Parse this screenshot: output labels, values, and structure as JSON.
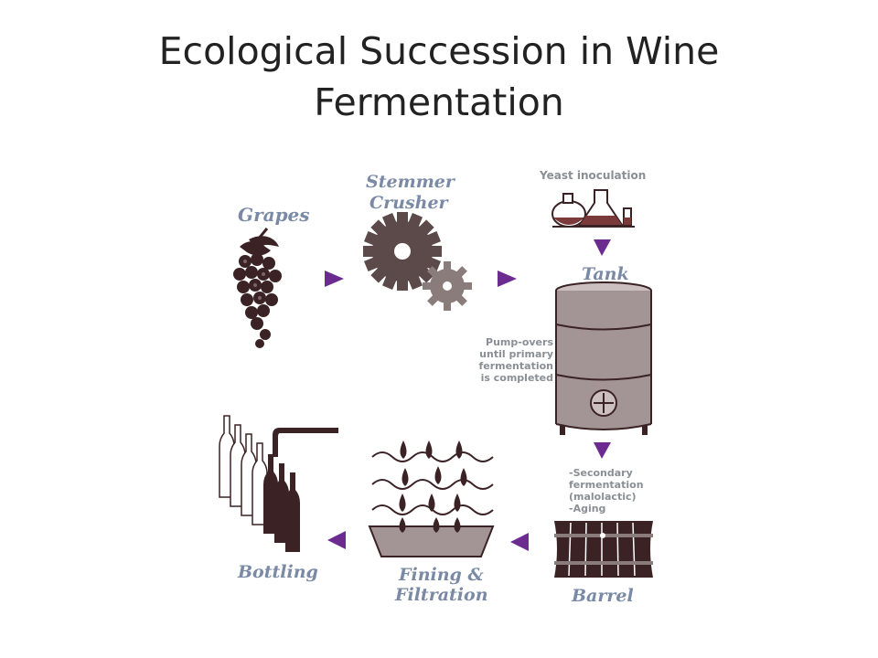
{
  "title": {
    "line1": "Ecological Succession in Wine",
    "line2": "Fermentation"
  },
  "stages": {
    "grapes": "Grapes",
    "crusher_line1": "Stemmer",
    "crusher_line2": "Crusher",
    "yeast": "Yeast inoculation",
    "tank": "Tank",
    "barrel": "Barrel",
    "fining_line1": "Fining &",
    "fining_line2": "Filtration",
    "bottling": "Bottling"
  },
  "notes": {
    "pumpovers": [
      "Pump-overs",
      "until primary",
      "fermentation",
      "is completed"
    ],
    "secondary": [
      "-Secondary",
      "fermentation",
      "(malolactic)",
      "-Aging"
    ]
  },
  "colors": {
    "arrow": "#6b2b8f",
    "label": "#7a8aa5",
    "dark_fill": "#3b2325",
    "tank_fill": "#a39595",
    "gear_fill": "#5b4a49"
  },
  "icons": [
    "grapes-icon",
    "gears-icon",
    "flasks-icon",
    "tank-icon",
    "barrel-icon",
    "filtration-icon",
    "bottles-icon"
  ]
}
